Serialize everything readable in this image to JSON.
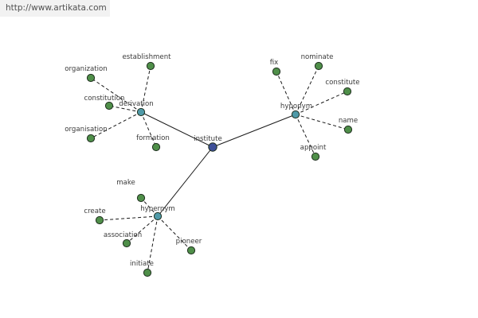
{
  "site": {
    "url": "http://www.artikata.com"
  },
  "graph": {
    "center": {
      "id": "institute",
      "label": "institute"
    },
    "hubs": [
      {
        "id": "derivation",
        "label": "derivation",
        "terms": [
          "establishment",
          "organization",
          "constitution",
          "organisation",
          "formation"
        ]
      },
      {
        "id": "hyponym",
        "label": "hyponym",
        "terms": [
          "fix",
          "nominate",
          "constitute",
          "name",
          "appoint"
        ]
      },
      {
        "id": "hypernym",
        "label": "hypernym",
        "terms": [
          "make",
          "create",
          "association",
          "initiate",
          "pioneer"
        ]
      }
    ],
    "colors": {
      "center": "#3e4f98",
      "hub": "#4f9aa8",
      "term": "#4f8f49",
      "edge": "#1a1a1a"
    }
  }
}
